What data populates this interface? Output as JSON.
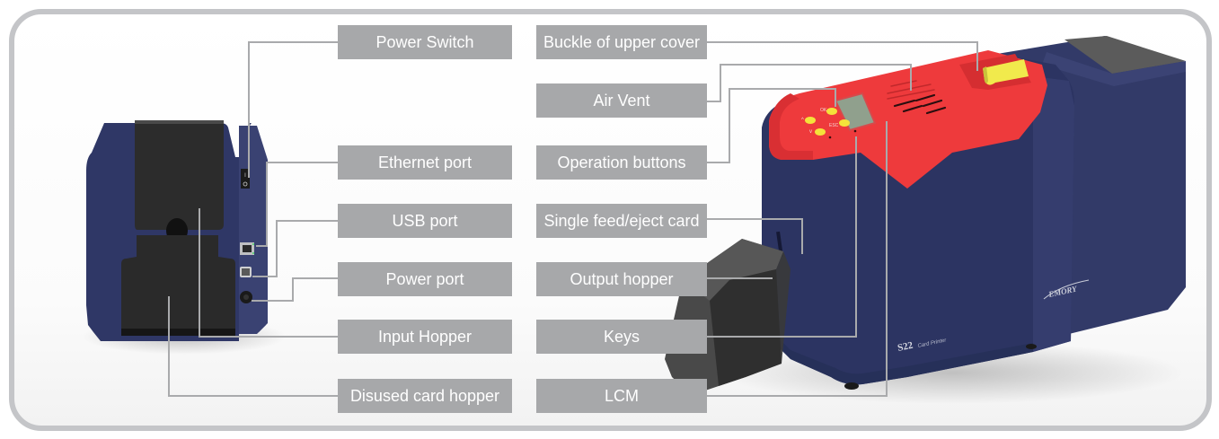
{
  "title": "S22 Card Printer component diagram",
  "product": {
    "brand": "EMORY",
    "model": "S22",
    "model_subtitle": "Card Printer"
  },
  "colors": {
    "label_bg": "#a7a8aa",
    "label_text": "#ffffff",
    "body_navy": "#2f3766",
    "cover_red": "#ee3a3c",
    "buckle_yellow": "#f1ea4c",
    "hopper_dark": "#2e2e2e",
    "leader_line": "#a9aaac",
    "frame": "#c4c5c8"
  },
  "rear_view_labels": [
    {
      "id": "power-switch",
      "text": "Power Switch"
    },
    {
      "id": "ethernet-port",
      "text": "Ethernet port"
    },
    {
      "id": "usb-port",
      "text": "USB port"
    },
    {
      "id": "power-port",
      "text": "Power port"
    },
    {
      "id": "input-hopper",
      "text": "Input Hopper"
    },
    {
      "id": "disused-card-hopper",
      "text": "Disused card hopper"
    }
  ],
  "front_view_labels": [
    {
      "id": "buckle-of-upper-cover",
      "text": "Buckle of upper cover"
    },
    {
      "id": "air-vent",
      "text": "Air Vent"
    },
    {
      "id": "operation-buttons",
      "text": "Operation buttons"
    },
    {
      "id": "single-feed-eject-card",
      "text": "Single feed/eject card"
    },
    {
      "id": "output-hopper",
      "text": "Output hopper"
    },
    {
      "id": "keys",
      "text": "Keys"
    },
    {
      "id": "lcm",
      "text": "LCM"
    }
  ],
  "panel_button_marks": [
    "^",
    "v",
    "OK",
    "ESC"
  ],
  "power_switch_marks": [
    "I",
    "O"
  ]
}
